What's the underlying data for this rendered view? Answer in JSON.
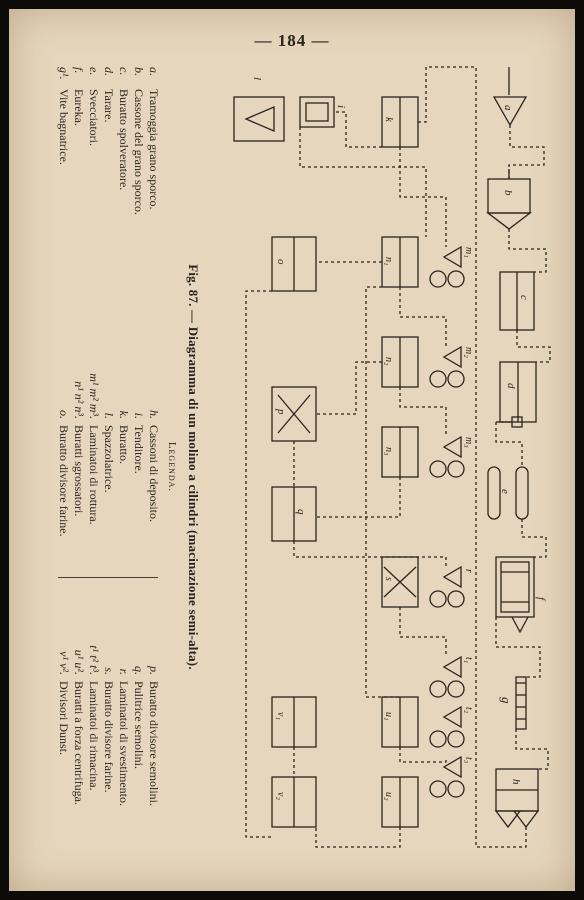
{
  "page_number": "— 184 —",
  "caption": "Fig. 87. — Diagramma di un molino a cilindri (macinazione semi-alta).",
  "legend_title": "Legenda.",
  "legend": {
    "col1": [
      {
        "key": "a.",
        "text": "Tramoggia grano sporco."
      },
      {
        "key": "b.",
        "text": "Cassone del grano sporco."
      },
      {
        "key": "c.",
        "text": "Buratto spolveratore."
      },
      {
        "key": "d.",
        "text": "Tarare."
      },
      {
        "key": "e.",
        "text": "Svecciatori."
      },
      {
        "key": "f.",
        "text": "Eureka."
      },
      {
        "key": "g¹.",
        "text": "Vite bagnatrice."
      }
    ],
    "col2": [
      {
        "key": "h.",
        "text": "Cassoni di deposito."
      },
      {
        "key": "i.",
        "text": "Tenditore."
      },
      {
        "key": "k.",
        "text": "Buratto."
      },
      {
        "key": "l.",
        "text": "Spazzolatrice."
      },
      {
        "key": "m¹ m² m³.",
        "text": "Laminatoi di rottura."
      },
      {
        "key": "n¹ n² n³.",
        "text": "Buratti sgrossatori."
      },
      {
        "key": "o.",
        "text": "Buratto divisore farine."
      }
    ],
    "col3": [
      {
        "key": "p.",
        "text": "Buratto divisore semolini."
      },
      {
        "key": "q.",
        "text": "Pulitrice semolini."
      },
      {
        "key": "r.",
        "text": "Laminatoi di svestimento."
      },
      {
        "key": "s.",
        "text": "Buratto divisore farine."
      },
      {
        "key": "t¹ t² t³.",
        "text": "Laminatoi di rimacina."
      },
      {
        "key": "u¹ u².",
        "text": "Buratti a forza centrifuga."
      },
      {
        "key": "v¹ v².",
        "text": "Divisori Dunst."
      }
    ]
  },
  "diagram_labels": {
    "a": "a",
    "b": "b",
    "c": "c",
    "d": "d",
    "e": "e",
    "f": "f",
    "g": "g",
    "h": "h",
    "i": "i",
    "k": "k",
    "l": "l",
    "m1": "m₁",
    "m2": "m₂",
    "m3": "m₃",
    "n1": "n₁",
    "n2": "n₂",
    "n3": "n₃",
    "o": "o",
    "p": "p",
    "q": "q",
    "r": "r",
    "s": "s",
    "t1": "t₁",
    "t2": "t₂",
    "t3": "t₃",
    "u1": "u₁",
    "u2": "u₂",
    "v1": "v₁",
    "v2": "v₂"
  }
}
